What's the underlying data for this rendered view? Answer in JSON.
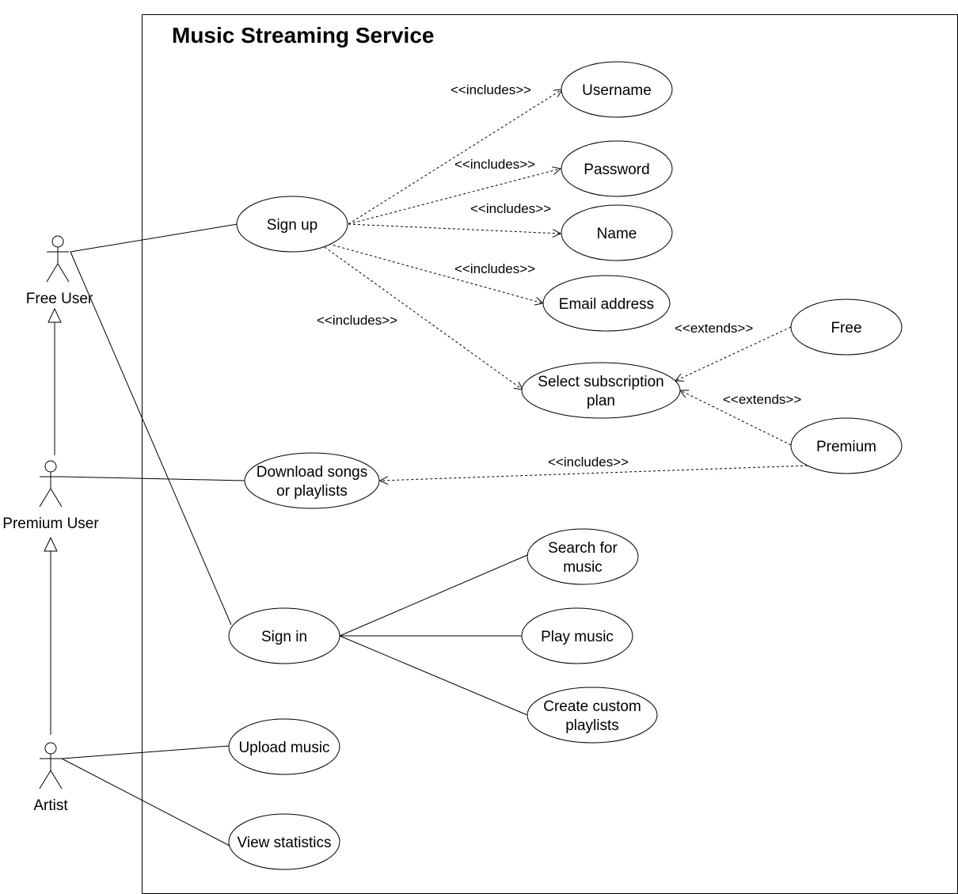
{
  "system": {
    "title": "Music Streaming Service"
  },
  "actors": {
    "free_user": "Free User",
    "premium_user": "Premium User",
    "artist": "Artist"
  },
  "use_cases": {
    "sign_up": [
      "Sign up"
    ],
    "username": [
      "Username"
    ],
    "password": [
      "Password"
    ],
    "name": [
      "Name"
    ],
    "email": [
      "Email address"
    ],
    "select_plan": [
      "Select subscription",
      "plan"
    ],
    "free": [
      "Free"
    ],
    "premium": [
      "Premium"
    ],
    "download": [
      "Download songs",
      "or playlists"
    ],
    "search": [
      "Search for",
      "music"
    ],
    "sign_in": [
      "Sign in"
    ],
    "play": [
      "Play music"
    ],
    "create_playlists": [
      "Create custom",
      "playlists"
    ],
    "upload": [
      "Upload music"
    ],
    "statistics": [
      "View statistics"
    ]
  },
  "relations": {
    "includes": "<<includes>>",
    "extends": "<<extends>>"
  }
}
